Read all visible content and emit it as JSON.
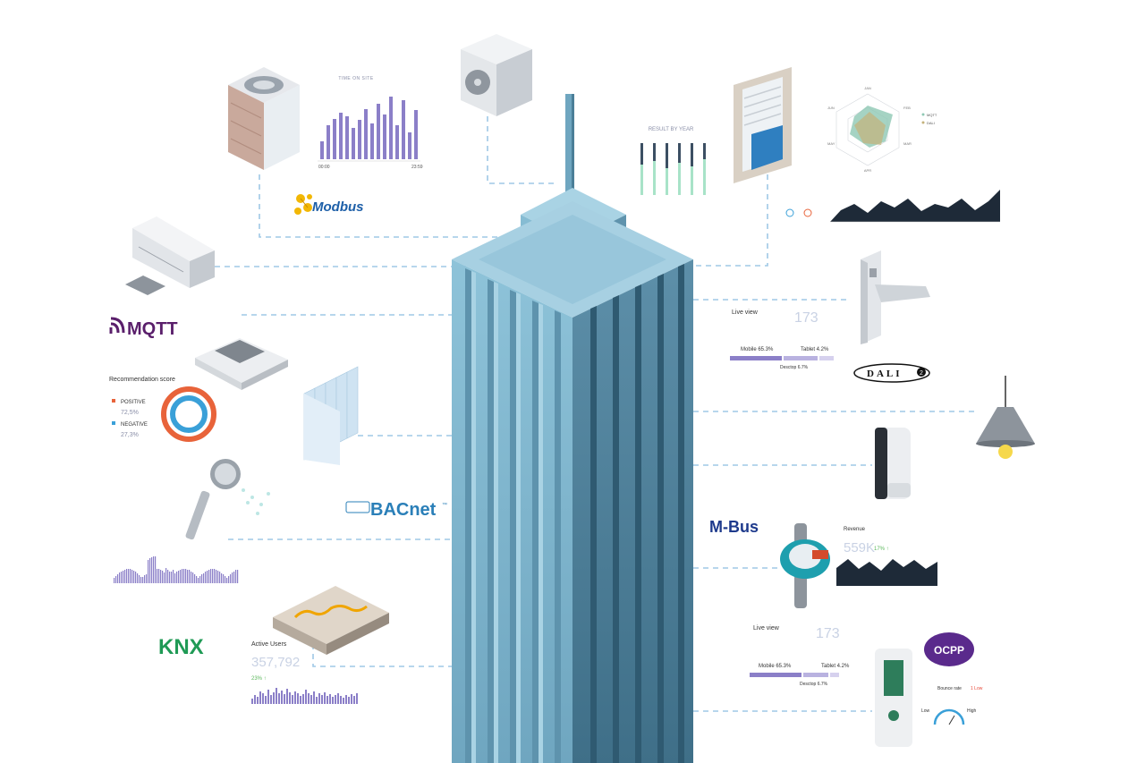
{
  "protocols": {
    "modbus": "Modbus",
    "mqtt": "MQTT",
    "bacnet": "BACnet",
    "bacnet_tm": "™",
    "knx": "KNX",
    "dali": "DALI",
    "dali_num": "2",
    "mbus": "M-Bus",
    "ocpp": "OCPP"
  },
  "time_on_site": {
    "title": "TIME ON SITE",
    "x_start": "00:00",
    "x_end": "23:59"
  },
  "result_by_year": {
    "title": "RESULT BY YEAR"
  },
  "radar": {
    "legend": [
      "MQTT",
      "DALI"
    ],
    "axes": [
      "JAN",
      "FEB",
      "MAR",
      "APR",
      "MAY",
      "JUN"
    ]
  },
  "recommendation": {
    "title": "Recommendation score",
    "positive_label": "POSITIVE",
    "positive_value": "72,5%",
    "negative_label": "NEGATIVE",
    "negative_value": "27,3%",
    "positive_fraction": 0.725,
    "colors": {
      "positive": "#e8633a",
      "negative": "#3aa0d8"
    }
  },
  "live_view_top": {
    "label": "Live view",
    "value": "173",
    "mobile": "Mobile 65.3%",
    "tablet": "Tablet 4.2%",
    "desktop": "Desctop 6.7%"
  },
  "live_view_bottom": {
    "label": "Live view",
    "value": "173",
    "mobile": "Mobile 65.3%",
    "tablet": "Tablet 4.2%",
    "desktop": "Desctop 6.7%"
  },
  "revenue": {
    "label": "Revenue",
    "value": "559K",
    "change": "17% ↑"
  },
  "active_users": {
    "label": "Active Users",
    "value": "357,792",
    "change": "23% ↑"
  },
  "gauge": {
    "title": "Bounce rate",
    "value": "1 Low",
    "low": "Low",
    "high": "High"
  },
  "colors": {
    "tower": "#7fb5cc",
    "connector": "#9fc8e6",
    "chart_purple": "#8b7fc8",
    "brand_mqtt": "#5a1f6b",
    "brand_bacnet": "#2a7fb8",
    "brand_knx": "#1f9a55",
    "brand_mbus": "#1e3a8c"
  }
}
